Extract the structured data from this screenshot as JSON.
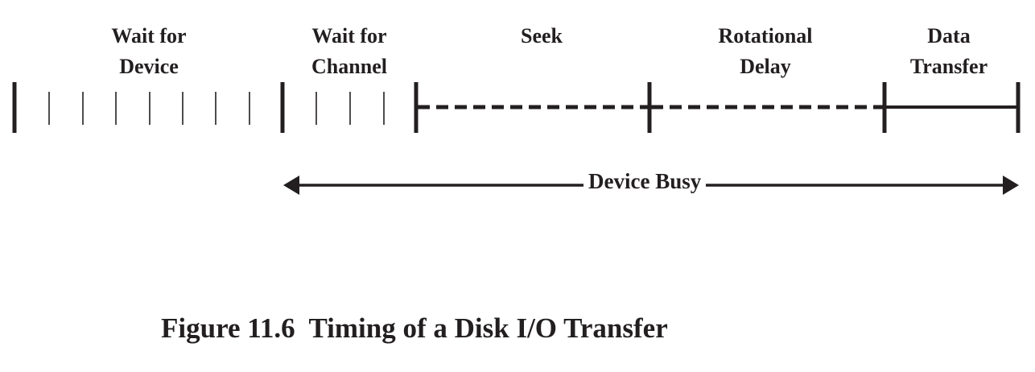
{
  "segments": [
    {
      "line1": "Wait for",
      "line2": "Device",
      "style": "thin-ticks"
    },
    {
      "line1": "Wait for",
      "line2": "Channel",
      "style": "thin-ticks"
    },
    {
      "line1": "Seek",
      "line2": "",
      "style": "dashed"
    },
    {
      "line1": "Rotational",
      "line2": "Delay",
      "style": "dashed"
    },
    {
      "line1": "Data",
      "line2": "Transfer",
      "style": "solid"
    }
  ],
  "busy_label": "Device Busy",
  "caption": "Figure 11.6  Timing of a Disk I/O Transfer",
  "colors": {
    "ink": "#231f20"
  }
}
